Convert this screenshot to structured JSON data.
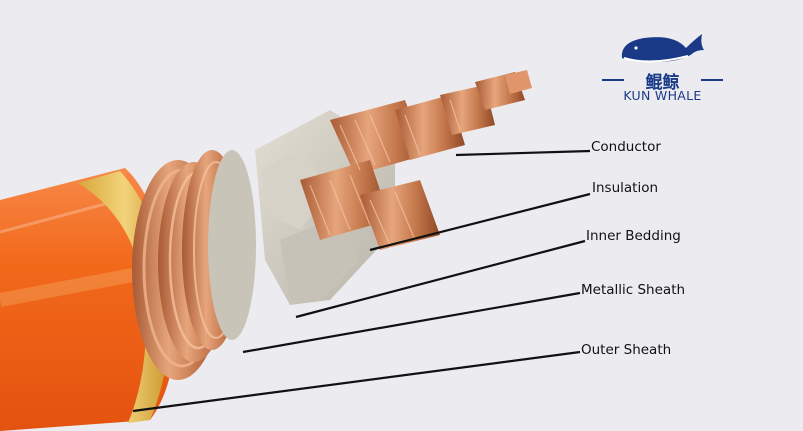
{
  "brand": {
    "chinese_name": "鲲鲸",
    "english_name": "KUN WHALE",
    "logo_icon": "whale-icon",
    "color": "#1a3a88"
  },
  "labels": {
    "conductor": "Conductor",
    "insulation": "Insulation",
    "inner_bedding": "Inner Bedding",
    "metallic_sheath": "Metallic Sheath",
    "outer_sheath": "Outer Sheath"
  },
  "colors": {
    "outer_sheath": "#f26a1b",
    "gold_band": "#e9c25a",
    "copper": "#c97a4a",
    "insulation": "#cfcbc2",
    "leader_line": "#111111",
    "background": "#ececf0"
  }
}
